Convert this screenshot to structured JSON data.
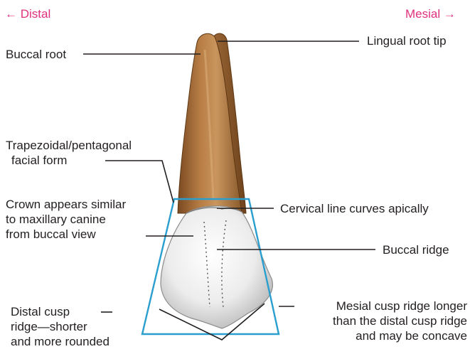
{
  "directions": {
    "distal": "← Distal",
    "mesial": "Mesial →"
  },
  "labels": {
    "buccal_root": "Buccal root",
    "lingual_root_tip": "Lingual root tip",
    "facial_form": [
      "Trapezoidal/pentagonal",
      "facial form"
    ],
    "crown_similar": [
      "Crown appears similar",
      "to maxillary canine",
      "from buccal view"
    ],
    "cervical_line": "Cervical line curves apically",
    "buccal_ridge": "Buccal ridge",
    "distal_cusp_ridge": [
      "Distal cusp",
      "ridge—shorter",
      "and more rounded"
    ],
    "mesial_cusp_ridge": [
      "Mesial cusp ridge longer",
      "than the distal cusp ridge",
      "and may be concave"
    ]
  },
  "colors": {
    "direction_text": "#e0317e",
    "outline": "#2a9fcf",
    "root_dark": "#8a5a2b",
    "root_light": "#c8925a",
    "crown": "#e9e9e9",
    "leader": "#231f20"
  }
}
